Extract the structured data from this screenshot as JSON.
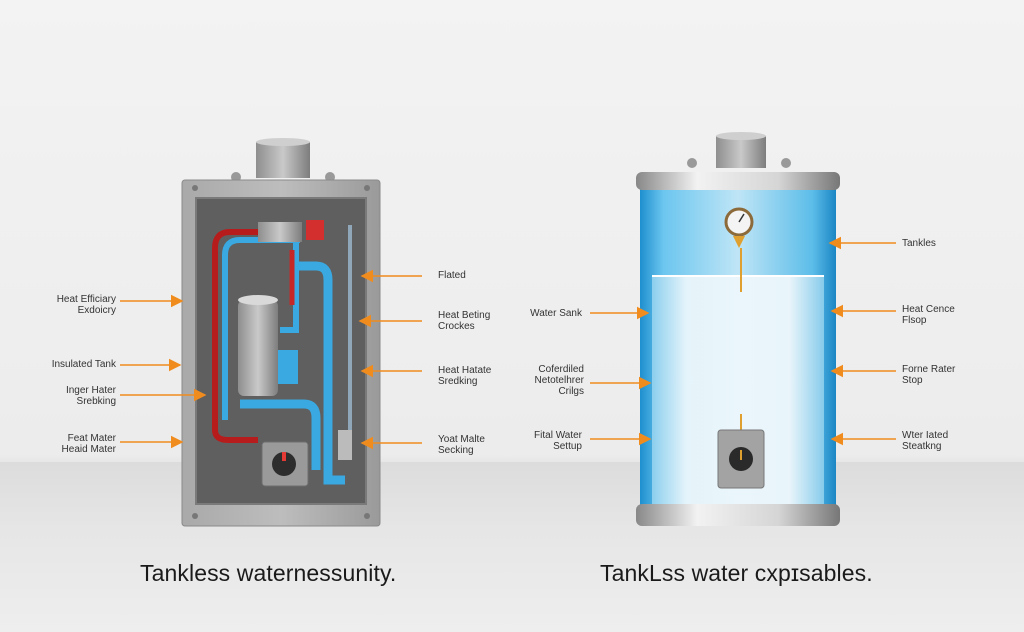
{
  "left_diagram": {
    "caption": "Tankless waternessunity.",
    "labels_left": [
      "Heat Efficiary\nExdoicry",
      "Insulated Tank",
      "Inger Hater\nSrebking",
      "Feat Mater\nHeaid Mater"
    ],
    "labels_right": [
      "Flated",
      "Heat Beting\nCrockes",
      "Heat Hatate\nSredking",
      "Yoat Malte\nSecking"
    ]
  },
  "right_diagram": {
    "caption": "TankLss water cxpɪsables.",
    "labels_left": [
      "Water Sank",
      "Coferdiled\nNetotelhrer\nCrilgs",
      "Fital Water\nSettup"
    ],
    "labels_right": [
      "Tankles",
      "Heat Cence\nFlsop",
      "Forne Rater\nStop",
      "Wter Iated\nSteatkng"
    ]
  },
  "colors": {
    "arrow": "#f08c1e",
    "hot_pipe": "#c62828",
    "cold_pipe": "#35a8e0",
    "tank_blue": "#2fa6df"
  }
}
